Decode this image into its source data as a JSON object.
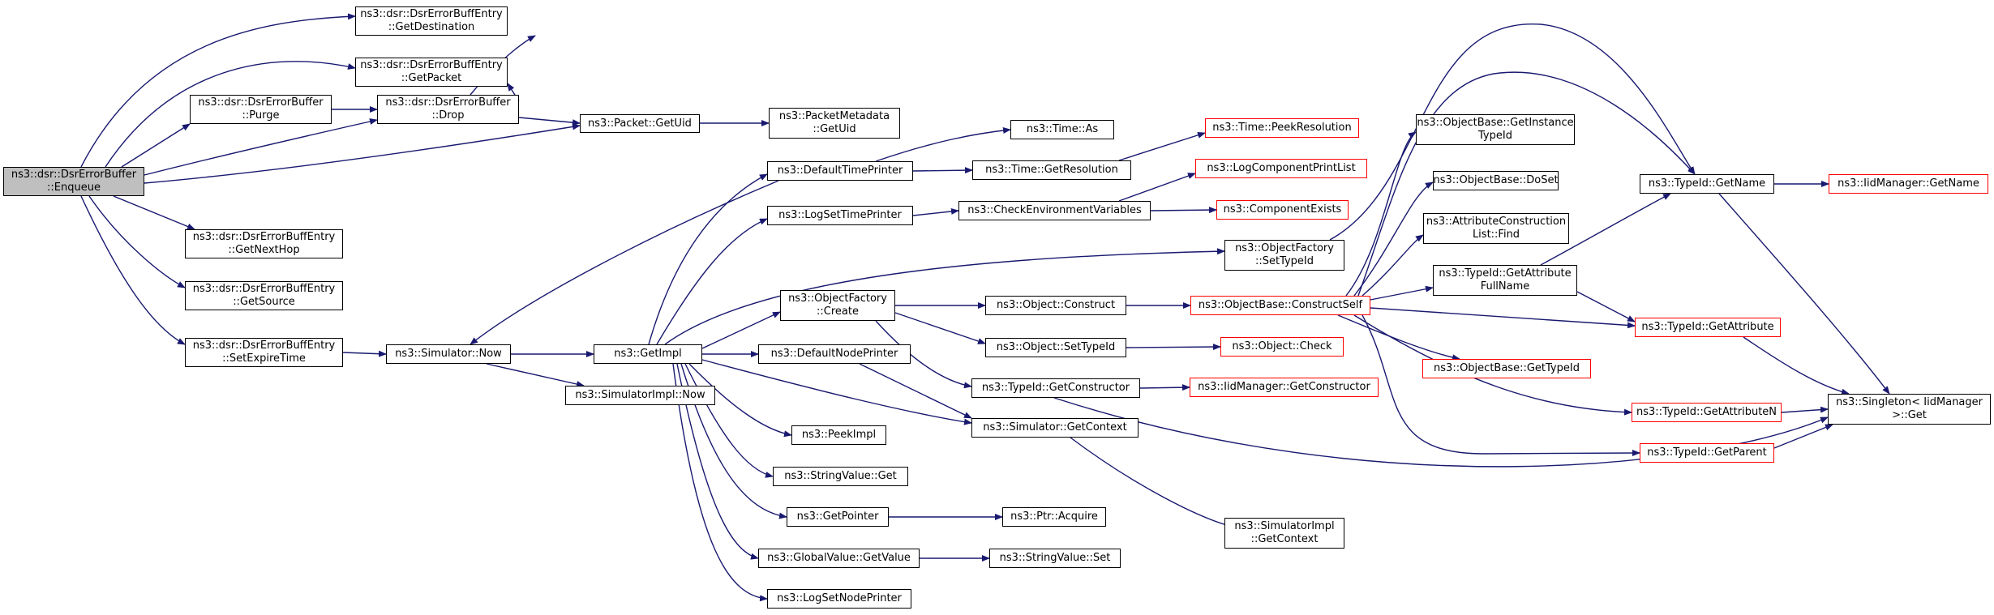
{
  "graph": {
    "nodes": [
      {
        "id": "enqueue",
        "label": "ns3::dsr::DsrErrorBuffer\n::Enqueue",
        "style": "root"
      },
      {
        "id": "getdest",
        "label": "ns3::dsr::DsrErrorBuffEntry\n::GetDestination",
        "style": "normal"
      },
      {
        "id": "getpacket",
        "label": "ns3::dsr::DsrErrorBuffEntry\n::GetPacket",
        "style": "normal"
      },
      {
        "id": "purge",
        "label": "ns3::dsr::DsrErrorBuffer\n::Purge",
        "style": "normal"
      },
      {
        "id": "drop",
        "label": "ns3::dsr::DsrErrorBuffer\n::Drop",
        "style": "normal"
      },
      {
        "id": "pktgetuid",
        "label": "ns3::Packet::GetUid",
        "style": "normal"
      },
      {
        "id": "pmgetuid",
        "label": "ns3::PacketMetadata\n::GetUid",
        "style": "normal"
      },
      {
        "id": "getnexthop",
        "label": "ns3::dsr::DsrErrorBuffEntry\n::GetNextHop",
        "style": "normal"
      },
      {
        "id": "getsource",
        "label": "ns3::dsr::DsrErrorBuffEntry\n::GetSource",
        "style": "normal"
      },
      {
        "id": "setexpire",
        "label": "ns3::dsr::DsrErrorBuffEntry\n::SetExpireTime",
        "style": "normal"
      },
      {
        "id": "simnow",
        "label": "ns3::Simulator::Now",
        "style": "normal"
      },
      {
        "id": "getimpl",
        "label": "ns3::GetImpl",
        "style": "normal"
      },
      {
        "id": "simimplnow",
        "label": "ns3::SimulatorImpl::Now",
        "style": "normal"
      },
      {
        "id": "deftimeprinter",
        "label": "ns3::DefaultTimePrinter",
        "style": "normal"
      },
      {
        "id": "logsettimeprinter",
        "label": "ns3::LogSetTimePrinter",
        "style": "normal"
      },
      {
        "id": "ofcreate",
        "label": "ns3::ObjectFactory\n::Create",
        "style": "normal"
      },
      {
        "id": "defnodeprinter",
        "label": "ns3::DefaultNodePrinter",
        "style": "normal"
      },
      {
        "id": "peekimpl",
        "label": "ns3::PeekImpl",
        "style": "normal"
      },
      {
        "id": "stringvalueget",
        "label": "ns3::StringValue::Get",
        "style": "normal"
      },
      {
        "id": "getpointer",
        "label": "ns3::GetPointer",
        "style": "normal"
      },
      {
        "id": "gvgetvalue",
        "label": "ns3::GlobalValue::GetValue",
        "style": "normal"
      },
      {
        "id": "logsetnodeprinter",
        "label": "ns3::LogSetNodePrinter",
        "style": "normal"
      },
      {
        "id": "timeas",
        "label": "ns3::Time::As",
        "style": "normal"
      },
      {
        "id": "timegetres",
        "label": "ns3::Time::GetResolution",
        "style": "normal"
      },
      {
        "id": "checkenv",
        "label": "ns3::CheckEnvironmentVariables",
        "style": "normal"
      },
      {
        "id": "ofsettypeid",
        "label": "ns3::ObjectFactory\n::SetTypeId",
        "style": "normal"
      },
      {
        "id": "objconstruct",
        "label": "ns3::Object::Construct",
        "style": "normal"
      },
      {
        "id": "objsettypeid",
        "label": "ns3::Object::SetTypeId",
        "style": "normal"
      },
      {
        "id": "tidgetconstructor",
        "label": "ns3::TypeId::GetConstructor",
        "style": "normal"
      },
      {
        "id": "simgetcontext",
        "label": "ns3::Simulator::GetContext",
        "style": "normal"
      },
      {
        "id": "ptracquire",
        "label": "ns3::Ptr::Acquire",
        "style": "normal"
      },
      {
        "id": "stringvalueset",
        "label": "ns3::StringValue::Set",
        "style": "normal"
      },
      {
        "id": "simimplgetcontext",
        "label": "ns3::SimulatorImpl\n::GetContext",
        "style": "normal"
      },
      {
        "id": "peekres",
        "label": "ns3::Time::PeekResolution",
        "style": "red"
      },
      {
        "id": "logcompprintlist",
        "label": "ns3::LogComponentPrintList",
        "style": "red"
      },
      {
        "id": "compexists",
        "label": "ns3::ComponentExists",
        "style": "red"
      },
      {
        "id": "obconstructself",
        "label": "ns3::ObjectBase::ConstructSelf",
        "style": "red"
      },
      {
        "id": "objcheck",
        "label": "ns3::Object::Check",
        "style": "red"
      },
      {
        "id": "iidgetconstructor",
        "label": "ns3::IidManager::GetConstructor",
        "style": "red"
      },
      {
        "id": "obgetinstancetypeid",
        "label": "ns3::ObjectBase::GetInstance\nTypeId",
        "style": "normal"
      },
      {
        "id": "obdoset",
        "label": "ns3::ObjectBase::DoSet",
        "style": "normal"
      },
      {
        "id": "attrconstructfind",
        "label": "ns3::AttributeConstruction\nList::Find",
        "style": "normal"
      },
      {
        "id": "tidgetattrfullname",
        "label": "ns3::TypeId::GetAttribute\nFullName",
        "style": "normal"
      },
      {
        "id": "obgettypeid",
        "label": "ns3::ObjectBase::GetTypeId",
        "style": "red"
      },
      {
        "id": "tidgetname",
        "label": "ns3::TypeId::GetName",
        "style": "normal"
      },
      {
        "id": "tidgetattr",
        "label": "ns3::TypeId::GetAttribute",
        "style": "red"
      },
      {
        "id": "tidgetattrn",
        "label": "ns3::TypeId::GetAttributeN",
        "style": "red"
      },
      {
        "id": "tidgetparent",
        "label": "ns3::TypeId::GetParent",
        "style": "red"
      },
      {
        "id": "iidgetname",
        "label": "ns3::IidManager::GetName",
        "style": "red"
      },
      {
        "id": "singletonget",
        "label": "ns3::Singleton< IidManager\n >::Get",
        "style": "normal"
      }
    ]
  },
  "colors": {
    "edge": "#191970",
    "red_border": "#ff0000",
    "root_fill": "#bfbfbf"
  }
}
